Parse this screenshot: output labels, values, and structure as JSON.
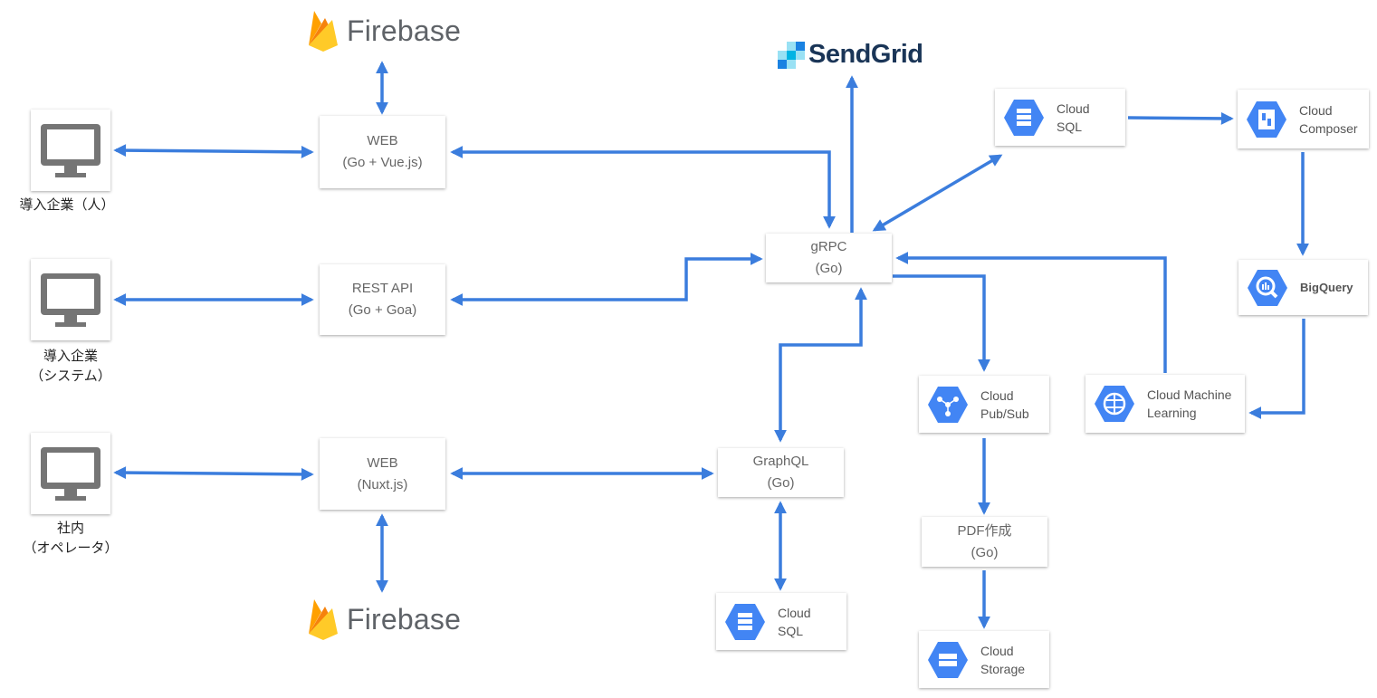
{
  "diagram": {
    "clients": [
      {
        "id": "client-company-person",
        "caption_lines": [
          "導入企業（人）"
        ],
        "icon": "monitor-icon"
      },
      {
        "id": "client-company-system",
        "caption_lines": [
          "導入企業",
          "（システム）"
        ],
        "icon": "monitor-icon"
      },
      {
        "id": "client-internal-operator",
        "caption_lines": [
          "社内",
          "（オペレータ）"
        ],
        "icon": "monitor-icon"
      }
    ],
    "services": {
      "web_vue": [
        "WEB",
        "(Go + Vue.js)"
      ],
      "rest_api": [
        "REST API",
        "(Go + Goa)"
      ],
      "web_nuxt": [
        "WEB",
        "(Nuxt.js)"
      ],
      "grpc": [
        "gRPC",
        "(Go)"
      ],
      "graphql": [
        "GraphQL",
        "(Go)"
      ],
      "pdf": [
        "PDF作成",
        "(Go)"
      ]
    },
    "gcp": {
      "cloud_sql_top": {
        "lines": [
          "Cloud",
          "SQL"
        ],
        "icon": "cloud-sql-icon"
      },
      "cloud_composer": {
        "lines": [
          "Cloud",
          "Composer"
        ],
        "icon": "cloud-composer-icon"
      },
      "bigquery": {
        "lines": [
          "BigQuery"
        ],
        "icon": "bigquery-icon"
      },
      "cloud_ml": {
        "lines": [
          "Cloud Machine",
          "Learning"
        ],
        "icon": "cloud-ml-icon"
      },
      "pubsub": {
        "lines": [
          "Cloud",
          "Pub/Sub"
        ],
        "icon": "pubsub-icon"
      },
      "cloud_sql_bottom": {
        "lines": [
          "Cloud",
          "SQL"
        ],
        "icon": "cloud-sql-icon"
      },
      "cloud_storage": {
        "lines": [
          "Cloud",
          "Storage"
        ],
        "icon": "cloud-storage-icon"
      }
    },
    "logos": {
      "firebase_top": "Firebase",
      "firebase_bottom": "Firebase",
      "sendgrid": "SendGrid"
    },
    "colors": {
      "arrow": "#3b7ddd",
      "gcp_hex": "#4285f4",
      "monitor": "#757575",
      "firebase_yellow": "#ffca28",
      "firebase_orange": "#f6820c",
      "sendgrid_dark": "#1a82e2",
      "sendgrid_light": "#99e1f4"
    },
    "connections": [
      {
        "from": "client-company-person",
        "to": "web-vue",
        "bidirectional": true
      },
      {
        "from": "client-company-system",
        "to": "rest-api",
        "bidirectional": true
      },
      {
        "from": "client-internal-operator",
        "to": "web-nuxt",
        "bidirectional": true
      },
      {
        "from": "firebase-top",
        "to": "web-vue",
        "bidirectional": true
      },
      {
        "from": "web-nuxt",
        "to": "firebase-bottom",
        "bidirectional": true
      },
      {
        "from": "web-vue",
        "to": "grpc",
        "bidirectional": true
      },
      {
        "from": "rest-api",
        "to": "grpc",
        "bidirectional": true
      },
      {
        "from": "web-nuxt",
        "to": "graphql",
        "bidirectional": true
      },
      {
        "from": "graphql",
        "to": "grpc",
        "bidirectional": true
      },
      {
        "from": "graphql",
        "to": "cloud-sql-bottom",
        "bidirectional": true
      },
      {
        "from": "grpc",
        "to": "sendgrid",
        "bidirectional": false
      },
      {
        "from": "grpc",
        "to": "cloud-sql-top",
        "bidirectional": true
      },
      {
        "from": "cloud-sql-top",
        "to": "cloud-composer",
        "bidirectional": false
      },
      {
        "from": "cloud-composer",
        "to": "bigquery",
        "bidirectional": false
      },
      {
        "from": "bigquery",
        "to": "cloud-ml",
        "bidirectional": false
      },
      {
        "from": "cloud-ml",
        "to": "grpc",
        "bidirectional": false
      },
      {
        "from": "grpc",
        "to": "pubsub",
        "bidirectional": false
      },
      {
        "from": "pubsub",
        "to": "pdf",
        "bidirectional": false
      },
      {
        "from": "pdf",
        "to": "cloud-storage",
        "bidirectional": false
      }
    ]
  }
}
